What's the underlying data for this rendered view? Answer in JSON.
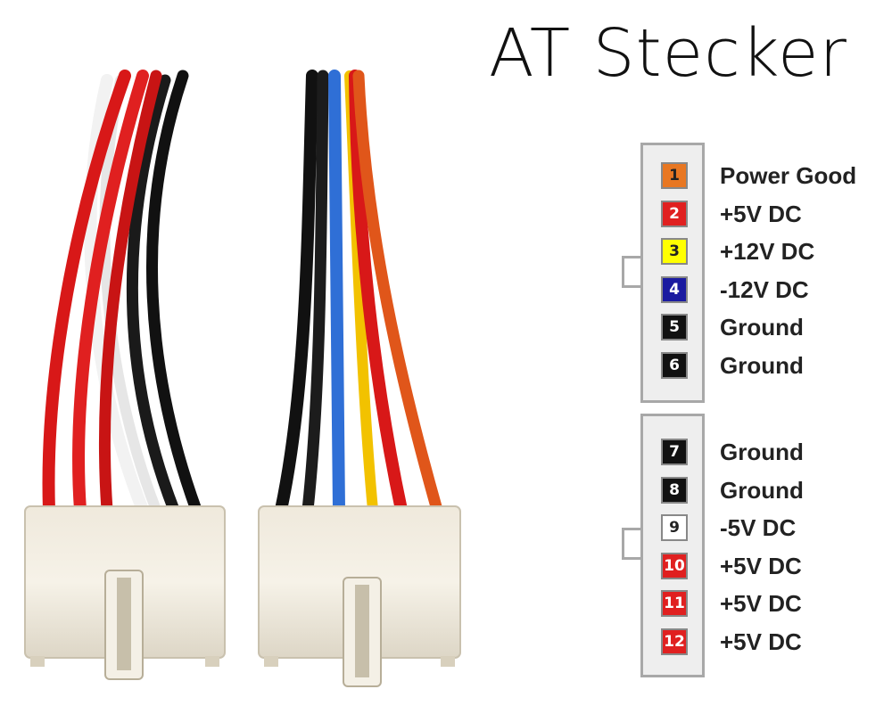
{
  "title": "AT Stecker",
  "colors": {
    "orange": "#e87722",
    "red": "#e02020",
    "yellow": "#ffff00",
    "blue": "#1a1aa0",
    "black": "#111111",
    "white": "#ffffff"
  },
  "connectors": [
    {
      "pins": [
        {
          "number": "1",
          "label": "Power Good",
          "color": "#e87722",
          "text_color": "#222222"
        },
        {
          "number": "2",
          "label": "+5V DC",
          "color": "#e02020",
          "text_color": "#ffffff"
        },
        {
          "number": "3",
          "label": "+12V DC",
          "color": "#ffff00",
          "text_color": "#222222"
        },
        {
          "number": "4",
          "label": "-12V DC",
          "color": "#1a1aa0",
          "text_color": "#ffffff"
        },
        {
          "number": "5",
          "label": "Ground",
          "color": "#111111",
          "text_color": "#ffffff"
        },
        {
          "number": "6",
          "label": "Ground",
          "color": "#111111",
          "text_color": "#ffffff"
        }
      ]
    },
    {
      "pins": [
        {
          "number": "7",
          "label": "Ground",
          "color": "#111111",
          "text_color": "#ffffff"
        },
        {
          "number": "8",
          "label": "Ground",
          "color": "#111111",
          "text_color": "#ffffff"
        },
        {
          "number": "9",
          "label": "-5V DC",
          "color": "#ffffff",
          "text_color": "#222222"
        },
        {
          "number": "10",
          "label": "+5V DC",
          "color": "#e02020",
          "text_color": "#ffffff"
        },
        {
          "number": "11",
          "label": "+5V DC",
          "color": "#e02020",
          "text_color": "#ffffff"
        },
        {
          "number": "12",
          "label": "+5V DC",
          "color": "#e02020",
          "text_color": "#ffffff"
        }
      ]
    }
  ]
}
